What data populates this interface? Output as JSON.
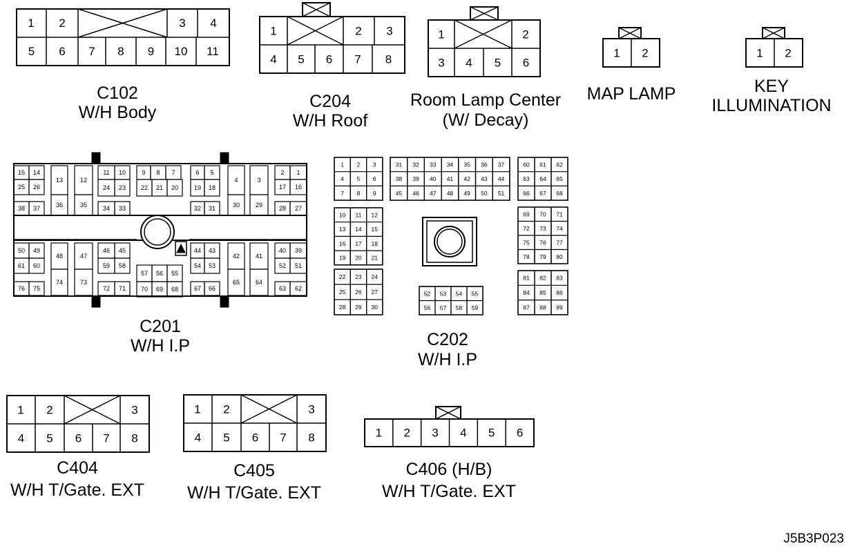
{
  "figure_id": "J5B3P023",
  "connectors": {
    "c102": {
      "name": "C102",
      "desc": "W/H Body",
      "pins": [
        "1",
        "2",
        "3",
        "4",
        "5",
        "6",
        "7",
        "8",
        "9",
        "10",
        "11"
      ]
    },
    "c204": {
      "name": "C204",
      "desc": "W/H Roof",
      "pins": [
        "1",
        "2",
        "3",
        "4",
        "5",
        "6",
        "7",
        "8"
      ]
    },
    "room_lamp": {
      "name": "Room Lamp Center",
      "desc": "(W/ Decay)",
      "pins": [
        "1",
        "2",
        "3",
        "4",
        "5",
        "6"
      ]
    },
    "map_lamp": {
      "name": "MAP LAMP",
      "pins": [
        "1",
        "2"
      ]
    },
    "key_illum": {
      "line1": "KEY",
      "line2": "ILLUMINATION",
      "pins": [
        "1",
        "2"
      ]
    },
    "c201": {
      "name": "C201",
      "desc": "W/H I.P",
      "pins": [
        "1",
        "2",
        "3",
        "4",
        "5",
        "6",
        "7",
        "8",
        "9",
        "10",
        "11",
        "12",
        "13",
        "14",
        "15",
        "16",
        "17",
        "18",
        "19",
        "20",
        "21",
        "22",
        "23",
        "24",
        "25",
        "26",
        "27",
        "28",
        "29",
        "30",
        "31",
        "32",
        "33",
        "34",
        "35",
        "36",
        "37",
        "38",
        "39",
        "40",
        "41",
        "42",
        "43",
        "44",
        "45",
        "46",
        "47",
        "48",
        "49",
        "50",
        "51",
        "52",
        "53",
        "54",
        "55",
        "56",
        "57",
        "58",
        "59",
        "60",
        "61",
        "62",
        "63",
        "64",
        "65",
        "66",
        "67",
        "68",
        "69",
        "70",
        "71",
        "72",
        "73",
        "74",
        "75",
        "76"
      ]
    },
    "c202": {
      "name": "C202",
      "desc": "W/H I.P",
      "pins": [
        "1",
        "2",
        "3",
        "4",
        "5",
        "6",
        "7",
        "8",
        "9",
        "10",
        "11",
        "12",
        "13",
        "14",
        "15",
        "16",
        "17",
        "18",
        "19",
        "20",
        "21",
        "22",
        "23",
        "24",
        "25",
        "26",
        "27",
        "28",
        "29",
        "30",
        "31",
        "32",
        "33",
        "34",
        "35",
        "36",
        "37",
        "38",
        "39",
        "40",
        "41",
        "42",
        "43",
        "44",
        "45",
        "46",
        "47",
        "48",
        "49",
        "50",
        "51",
        "52",
        "53",
        "54",
        "55",
        "56",
        "57",
        "58",
        "59",
        "60",
        "61",
        "62",
        "63",
        "64",
        "65",
        "66",
        "67",
        "68",
        "69",
        "70",
        "71",
        "72",
        "73",
        "74",
        "75",
        "76",
        "77",
        "78",
        "79",
        "80",
        "81",
        "82",
        "83",
        "84",
        "85",
        "86",
        "87",
        "88",
        "89"
      ]
    },
    "c404": {
      "name": "C404",
      "desc": "W/H T/Gate. EXT",
      "pins": [
        "1",
        "2",
        "3",
        "4",
        "5",
        "6",
        "7",
        "8"
      ]
    },
    "c405": {
      "name": "C405",
      "desc": "W/H T/Gate. EXT",
      "pins": [
        "1",
        "2",
        "3",
        "4",
        "5",
        "6",
        "7",
        "8"
      ]
    },
    "c406": {
      "name": "C406 (H/B)",
      "desc": "W/H T/Gate. EXT",
      "pins": [
        "1",
        "2",
        "3",
        "4",
        "5",
        "6"
      ]
    }
  }
}
